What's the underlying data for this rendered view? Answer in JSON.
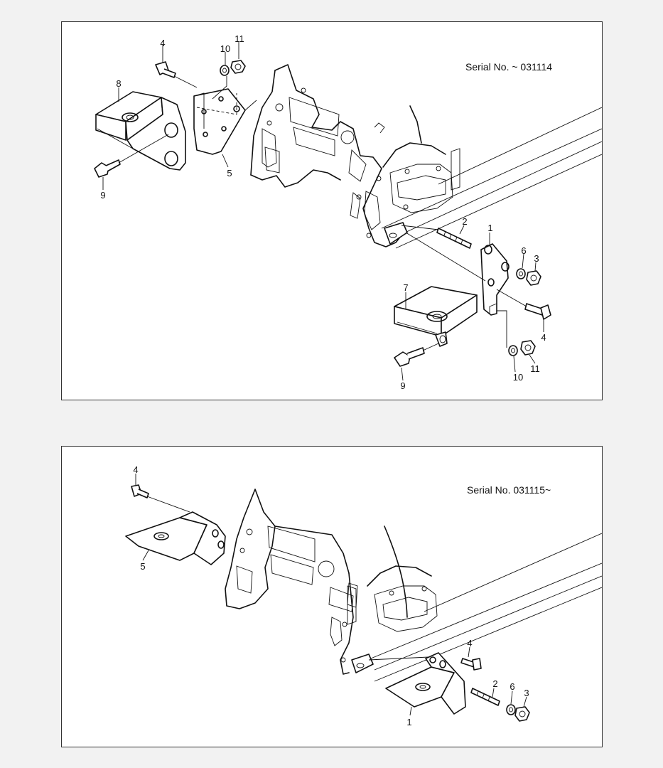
{
  "panels": [
    {
      "serial": "Serial No. ~ 031114",
      "callouts": [
        "4",
        "10",
        "11",
        "8",
        "9",
        "5",
        "2",
        "1",
        "6",
        "3",
        "7",
        "4",
        "11",
        "10",
        "9"
      ]
    },
    {
      "serial": "Serial No. 031115~",
      "callouts": [
        "4",
        "5",
        "4",
        "2",
        "6",
        "3",
        "1"
      ]
    }
  ]
}
